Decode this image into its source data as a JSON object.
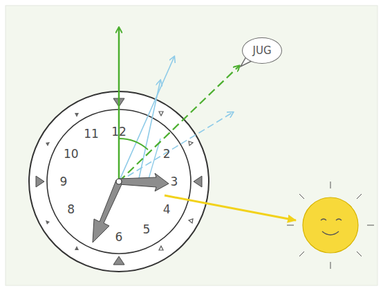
{
  "diagram": {
    "nodes": [
      {
        "text": [
          "JUG"
        ]
      }
    ],
    "labels": [
      "12",
      "11",
      "10",
      "9",
      "8",
      "6",
      "5",
      "4",
      "3",
      "2"
    ]
  }
}
